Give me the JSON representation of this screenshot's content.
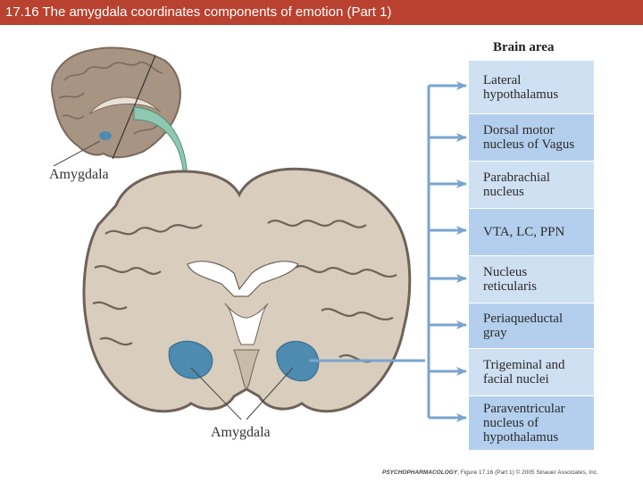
{
  "title": "17.16 The amygdala coordinates components of emotion (Part 1)",
  "heading": "Brain area",
  "brain_areas": [
    "Lateral\nhypothalamus",
    "Dorsal motor\nnucleus of Vagus",
    "Parabrachial\nnucleus",
    "VTA, LC, PPN",
    "Nucleus\nreticularis",
    "Periaqueductal\ngray",
    "Trigeminal and\nfacial nuclei",
    "Paraventricular\nnucleus of\nhypothalamus"
  ],
  "labels": {
    "amygdala_top": "Amygdala",
    "amygdala_bottom": "Amygdala"
  },
  "credit": {
    "publication": "PSYCHOPHARMACOLOGY",
    "text": ", Figure 17.16 (Part 1)  © 2005 Sinauer Associates, Inc."
  },
  "colors": {
    "title_bar": "#b8412f",
    "box_light": "#cfe0f3",
    "box_mid": "#b4cfee",
    "arrow": "#7aa4d0",
    "amygdala": "#4e8bb0",
    "green_arrow": "#8fc7b0",
    "brain_tissue": "#d9cdbd",
    "brain_gray": "#6e625a"
  }
}
